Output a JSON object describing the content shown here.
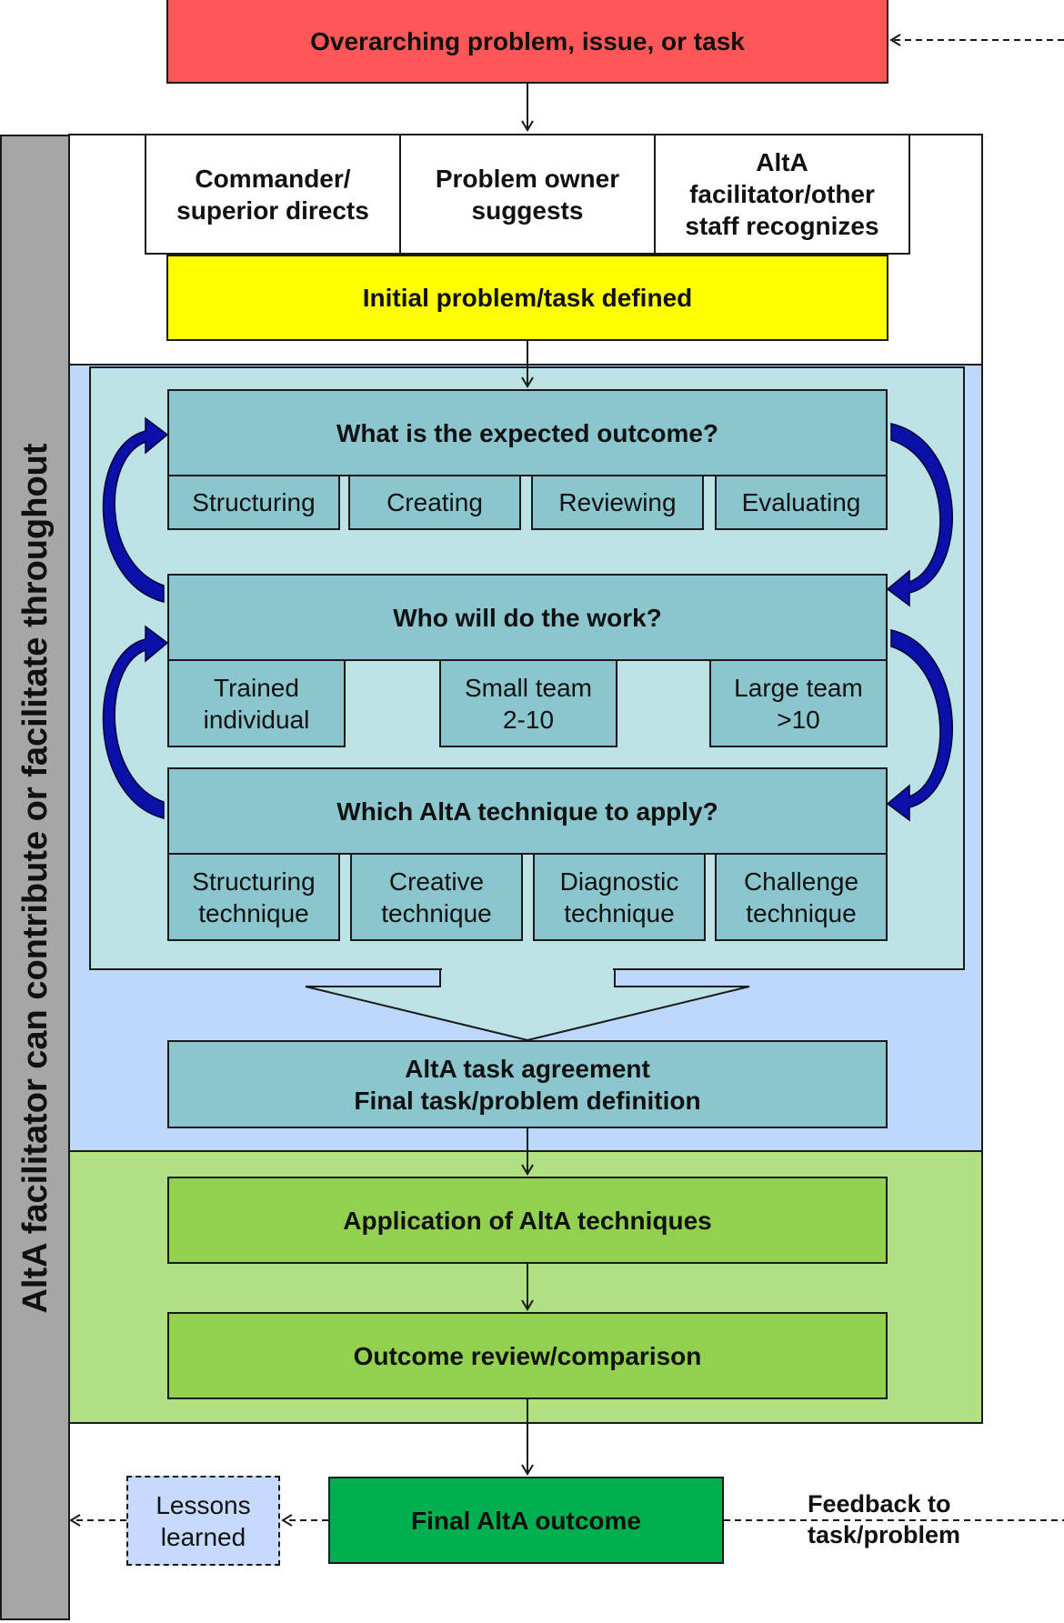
{
  "sidebar": {
    "label": "AltA facilitator can contribute or facilitate throughout"
  },
  "top": {
    "label": "Overarching  problem, issue, or task"
  },
  "sources": [
    {
      "label": "Commander/\nsuperior directs"
    },
    {
      "label": "Problem owner\nsuggests"
    },
    {
      "label": "AltA\nfacilitator/other\nstaff recognizes"
    }
  ],
  "initial": {
    "label": "Initial  problem/task defined"
  },
  "outcome": {
    "question": "What is the expected outcome?",
    "options": [
      "Structuring",
      "Creating",
      "Reviewing",
      "Evaluating"
    ]
  },
  "work": {
    "question": "Who will  do the work?",
    "options": [
      "Trained\nindividual",
      "Small team\n2-10",
      "Large team\n>10"
    ]
  },
  "technique": {
    "question": "Which AltA  technique to apply?",
    "options": [
      "Structuring\ntechnique",
      "Creative\ntechnique",
      "Diagnostic\ntechnique",
      "Challenge\ntechnique"
    ]
  },
  "agreement": {
    "label": "AltA  task agreement\nFinal task/problem definition"
  },
  "application": {
    "label": "Application of AltA techniques"
  },
  "review": {
    "label": "Outcome review/comparison"
  },
  "final": {
    "label": "Final AltA  outcome"
  },
  "lessons": {
    "label": "Lessons\nlearned"
  },
  "feedback": {
    "label": "Feedback to\ntask/problem"
  },
  "colors": {
    "top": "#ff5757",
    "initial": "#ffff00",
    "blue_zone": "#bcd8fc",
    "inner_panel": "#bde2e6",
    "teal_box": "#8bc6cf",
    "green_zone": "#b1df84",
    "green_box": "#92d050",
    "final": "#00b050",
    "lessons": "#c6d9ff",
    "sidebar": "#a6a6a6",
    "curved_arrow": "#0a10a8"
  }
}
